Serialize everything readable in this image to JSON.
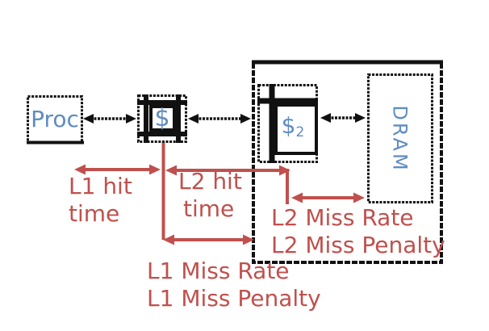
{
  "diagram": {
    "nodes": {
      "proc": {
        "label": "Proc"
      },
      "l1_cache": {
        "label": "$"
      },
      "l2_cache": {
        "label": "$",
        "subscript": "2"
      },
      "dram": {
        "label": "DRAM"
      }
    },
    "annotations": {
      "l1_hit_time": {
        "line1": "L1 hit",
        "line2": "time"
      },
      "l2_hit_time": {
        "line1": "L2 hit",
        "line2": "time"
      },
      "l1_miss": {
        "line1": "L1 Miss Rate",
        "line2": "L1 Miss Penalty"
      },
      "l2_miss": {
        "line1": "L2 Miss Rate",
        "line2": "L2 Miss Penalty"
      }
    },
    "colors": {
      "annotation_red": "#c0504d",
      "node_text_blue": "#5f8cc3",
      "line_black": "#111111"
    }
  }
}
